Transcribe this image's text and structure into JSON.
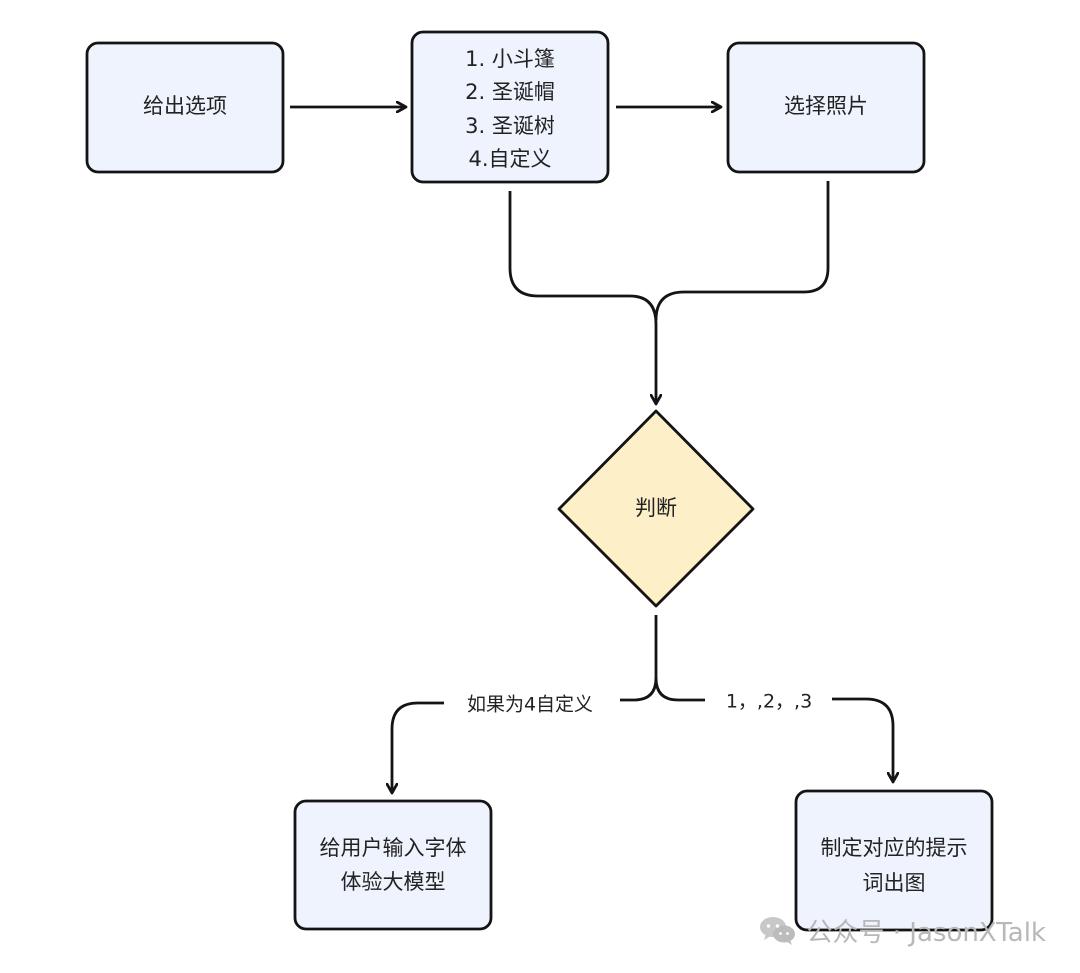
{
  "diagram": {
    "nodes": {
      "give_options": {
        "label": "给出选项"
      },
      "options_list": {
        "lines": [
          "1. 小斗篷",
          "2. 圣诞帽",
          "3. 圣诞树",
          "4.自定义"
        ]
      },
      "choose_photo": {
        "label": "选择照片"
      },
      "decision": {
        "label": "判断"
      },
      "custom_input": {
        "lines": [
          "给用户输入字体",
          "体验大模型"
        ]
      },
      "prompt_image": {
        "lines": [
          "制定对应的提示",
          "词出图"
        ]
      }
    },
    "edges": {
      "custom_label": "如果为4自定义",
      "preset_label": "1，,2，,3"
    },
    "colors": {
      "box_fill": "#eef3fd",
      "decision_fill": "#fdefc8",
      "stroke": "#141414"
    }
  },
  "watermark": {
    "icon": "wechat-icon",
    "text": "公众号 · JasonXTalk"
  }
}
